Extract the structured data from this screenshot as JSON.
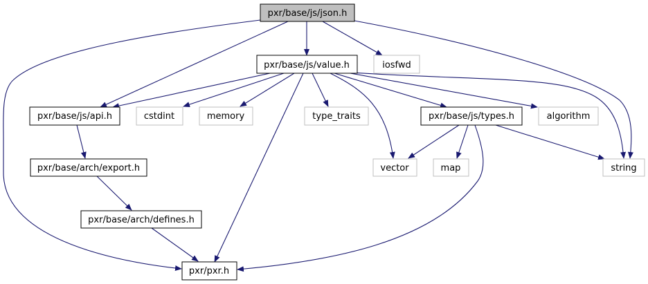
{
  "colors": {
    "edge": "#191970",
    "root_fill": "#bfbfbf",
    "internal_border": "#000000",
    "external_border": "#bfbfbf"
  },
  "nodes": {
    "json": "pxr/base/js/json.h",
    "value": "pxr/base/js/value.h",
    "iosfwd": "iosfwd",
    "api": "pxr/base/js/api.h",
    "cstdint": "cstdint",
    "memory": "memory",
    "type_traits": "type_traits",
    "types": "pxr/base/js/types.h",
    "algorithm": "algorithm",
    "vector": "vector",
    "map": "map",
    "string": "string",
    "export": "pxr/base/arch/export.h",
    "defines": "pxr/base/arch/defines.h",
    "pxr": "pxr/pxr.h"
  }
}
